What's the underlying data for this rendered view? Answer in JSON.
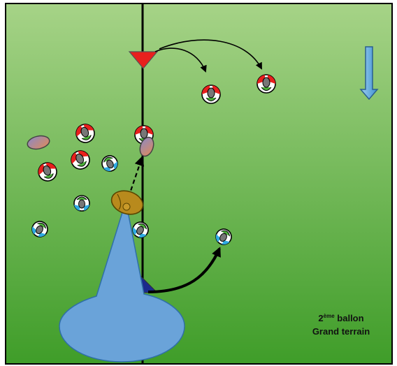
{
  "callout": {
    "line1_num": "2",
    "line1_sup": "ème",
    "line1_rest": " ballon",
    "line2": "Grand terrain"
  },
  "colors": {
    "field_top": "#a6d387",
    "field_bottom": "#3f9d29",
    "red_team": "#e8201d",
    "blue_team": "#2eaae2",
    "attack_triangle": "#1b2a8c",
    "defense_triangle": "#e8201d",
    "callout_fill": "#6aa3d9",
    "ball": "#c0a7a0",
    "ruck_ball": "#b88a1d"
  },
  "icons": [
    "rugby-player-icon",
    "rugby-ball-icon",
    "cone-triangle-icon",
    "direction-arrow-icon"
  ]
}
